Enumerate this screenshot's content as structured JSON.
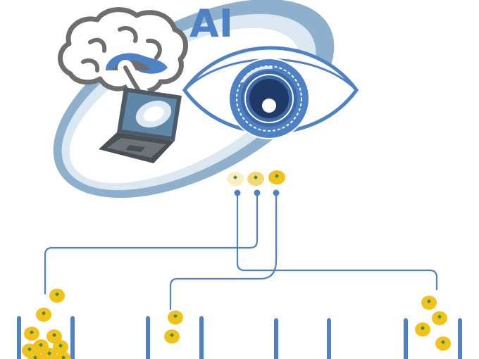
{
  "title": "AI",
  "icons": [
    "brain-icon",
    "laptop-icon",
    "eye-icon",
    "orange-icon"
  ],
  "colors": {
    "accent_blue": "#4f82c4",
    "orbit_dark": "#8fb0cc",
    "orbit_light": "#dbe8f2",
    "brain_outline": "#6e6e6e",
    "fruit_yellow": "#f1c21b",
    "fruit_pale": "#fbeec2",
    "fruit_mid": "#f5d672",
    "leaf_green": "#3a8f3a"
  },
  "sorting": {
    "input_fruit_count": 3,
    "bins": [
      {
        "id": "bin-1",
        "fruit_count": 10
      },
      {
        "id": "bin-2",
        "fruit_count": 2
      },
      {
        "id": "bin-3",
        "fruit_count": 0
      },
      {
        "id": "bin-4",
        "fruit_count": 4
      }
    ]
  }
}
